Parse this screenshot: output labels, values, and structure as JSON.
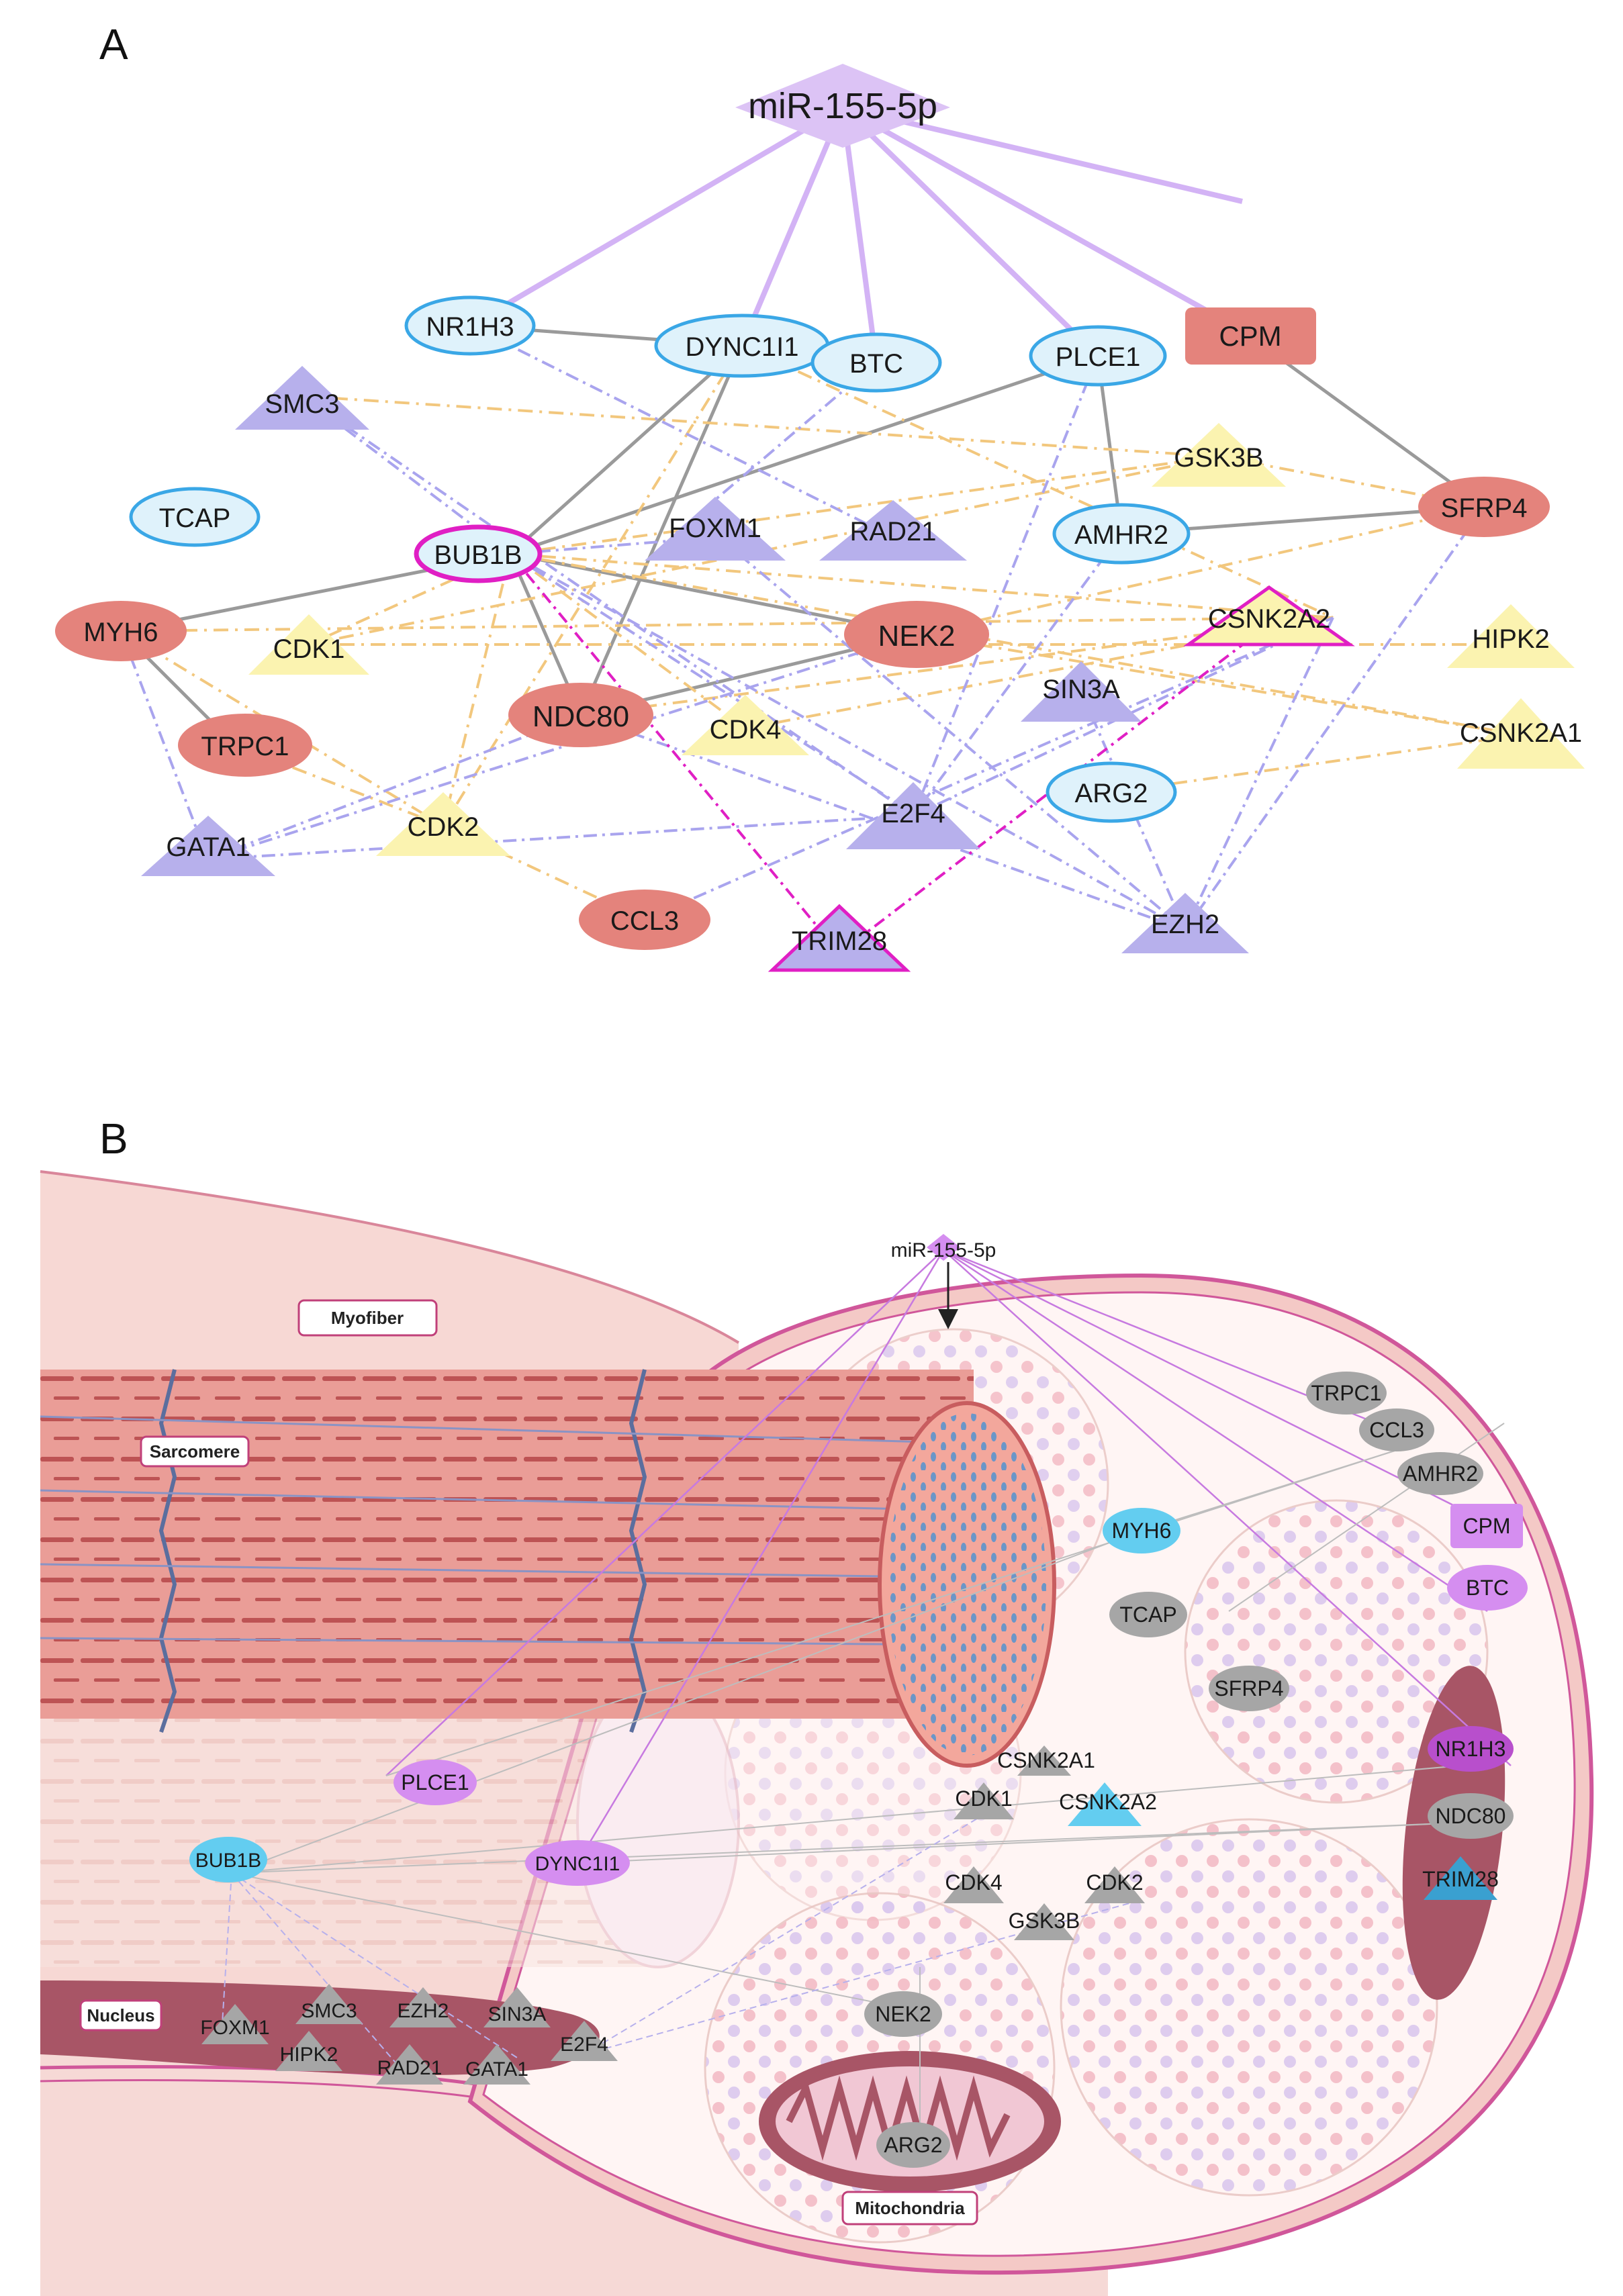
{
  "panel_a": {
    "letter": "A",
    "hub": "miR-155-5p",
    "nodes": [
      {
        "id": "CPM",
        "label": "CPM"
      },
      {
        "id": "NR1H3",
        "label": "NR1H3"
      },
      {
        "id": "DYNC1I1",
        "label": "DYNC1I1"
      },
      {
        "id": "BTC",
        "label": "BTC"
      },
      {
        "id": "PLCE1",
        "label": "PLCE1"
      },
      {
        "id": "SMC3",
        "label": "SMC3"
      },
      {
        "id": "GSK3B",
        "label": "GSK3B"
      },
      {
        "id": "SFRP4",
        "label": "SFRP4"
      },
      {
        "id": "TCAP",
        "label": "TCAP"
      },
      {
        "id": "FOXM1",
        "label": "FOXM1"
      },
      {
        "id": "RAD21",
        "label": "RAD21"
      },
      {
        "id": "AMHR2",
        "label": "AMHR2"
      },
      {
        "id": "BUB1B",
        "label": "BUB1B"
      },
      {
        "id": "CSNK2A2",
        "label": "CSNK2A2"
      },
      {
        "id": "MYH6",
        "label": "MYH6"
      },
      {
        "id": "CDK1",
        "label": "CDK1"
      },
      {
        "id": "NEK2",
        "label": "NEK2"
      },
      {
        "id": "HIPK2",
        "label": "HIPK2"
      },
      {
        "id": "SIN3A",
        "label": "SIN3A"
      },
      {
        "id": "NDC80",
        "label": "NDC80"
      },
      {
        "id": "CDK4",
        "label": "CDK4"
      },
      {
        "id": "TRPC1",
        "label": "TRPC1"
      },
      {
        "id": "CSNK2A1",
        "label": "CSNK2A1"
      },
      {
        "id": "ARG2",
        "label": "ARG2"
      },
      {
        "id": "E2F4",
        "label": "E2F4"
      },
      {
        "id": "CDK2",
        "label": "CDK2"
      },
      {
        "id": "GATA1",
        "label": "GATA1"
      },
      {
        "id": "CCL3",
        "label": "CCL3"
      },
      {
        "id": "TRIM28",
        "label": "TRIM28"
      },
      {
        "id": "EZH2",
        "label": "EZH2"
      }
    ]
  },
  "panel_b": {
    "letter": "B",
    "hub": "miR-155-5p",
    "compartments": {
      "myofiber": "Myofiber",
      "sarcomere": "Sarcomere",
      "nucleus": "Nucleus",
      "mitochondria": "Mitochondria"
    },
    "nodes": [
      {
        "id": "TRPC1",
        "label": "TRPC1"
      },
      {
        "id": "CCL3",
        "label": "CCL3"
      },
      {
        "id": "AMHR2",
        "label": "AMHR2"
      },
      {
        "id": "CPM",
        "label": "CPM"
      },
      {
        "id": "BTC",
        "label": "BTC"
      },
      {
        "id": "MYH6",
        "label": "MYH6"
      },
      {
        "id": "TCAP",
        "label": "TCAP"
      },
      {
        "id": "SFRP4",
        "label": "SFRP4"
      },
      {
        "id": "NR1H3",
        "label": "NR1H3"
      },
      {
        "id": "NDC80",
        "label": "NDC80"
      },
      {
        "id": "TRIM28",
        "label": "TRIM28"
      },
      {
        "id": "PLCE1",
        "label": "PLCE1"
      },
      {
        "id": "CSNK2A1",
        "label": "CSNK2A1"
      },
      {
        "id": "CDK1",
        "label": "CDK1"
      },
      {
        "id": "CSNK2A2",
        "label": "CSNK2A2"
      },
      {
        "id": "BUB1B",
        "label": "BUB1B"
      },
      {
        "id": "DYNC1I1",
        "label": "DYNC1I1"
      },
      {
        "id": "CDK4",
        "label": "CDK4"
      },
      {
        "id": "CDK2",
        "label": "CDK2"
      },
      {
        "id": "GSK3B",
        "label": "GSK3B"
      },
      {
        "id": "NEK2",
        "label": "NEK2"
      },
      {
        "id": "ARG2",
        "label": "ARG2"
      },
      {
        "id": "FOXM1",
        "label": "FOXM1"
      },
      {
        "id": "SMC3",
        "label": "SMC3"
      },
      {
        "id": "EZH2",
        "label": "EZH2"
      },
      {
        "id": "SIN3A",
        "label": "SIN3A"
      },
      {
        "id": "E2F4",
        "label": "E2F4"
      },
      {
        "id": "HIPK2",
        "label": "HIPK2"
      },
      {
        "id": "RAD21",
        "label": "RAD21"
      },
      {
        "id": "GATA1",
        "label": "GATA1"
      }
    ]
  },
  "colors": {
    "mirna": "#dcc3f5",
    "down_target": "#e4837c",
    "up_target_fill": "#dff2fb",
    "up_target_stroke": "#3aa7e6",
    "kinase": "#fbf3b0",
    "tf": "#b7b0ec",
    "highlight": "#e01fc4",
    "mirna_edge": "#d3b3f5",
    "ppi_edge": "#9a9a9a",
    "kin_edge": "#f2c77d",
    "tf_edge": "#a9a4ee",
    "cyan_node": "#63cdf0",
    "violet_node": "#d58ef0",
    "grey_node": "#a6a6a6",
    "muscle_red": "#c85d5f",
    "membrane": "#d0579a"
  }
}
